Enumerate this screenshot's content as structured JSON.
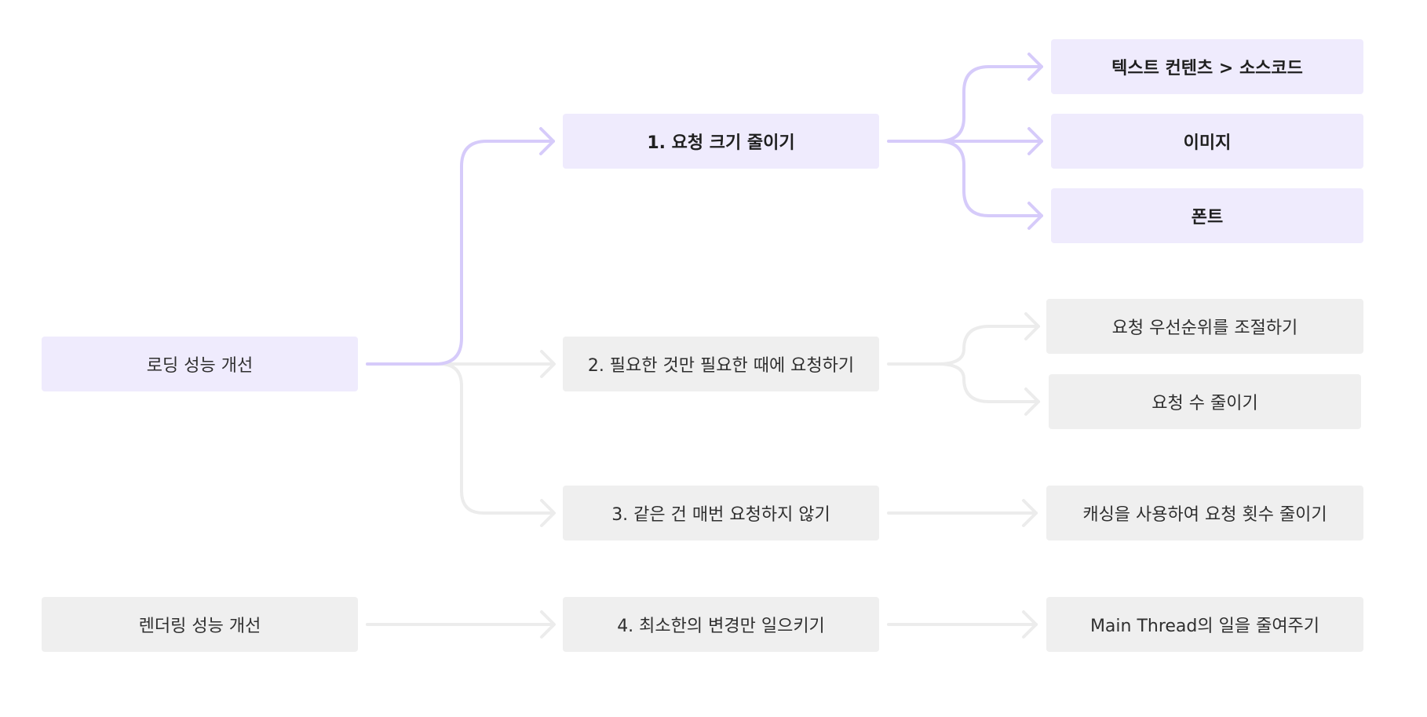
{
  "colors": {
    "highlight_fill": "#efebfd",
    "highlight_line": "#d6cbfa",
    "default_fill": "#efefef",
    "default_line": "#ececec",
    "text": "#2f2f2f"
  },
  "root": {
    "loading": "로딩 성능 개선",
    "rendering": "렌더링 성능 개선"
  },
  "strategies": {
    "s1": "1. 요청 크기 줄이기",
    "s2": "2. 필요한 것만 필요한 때에 요청하기",
    "s3": "3. 같은 건 매번 요청하지 않기",
    "s4": "4. 최소한의 변경만 일으키기"
  },
  "tactics": {
    "t1": "텍스트 컨텐츠 > 소스코드",
    "t2": "이미지",
    "t3": "폰트",
    "t4": "요청 우선순위를 조절하기",
    "t5": "요청 수 줄이기",
    "t6": "캐싱을 사용하여 요청 횟수 줄이기",
    "t7": "Main Thread의 일을 줄여주기"
  }
}
